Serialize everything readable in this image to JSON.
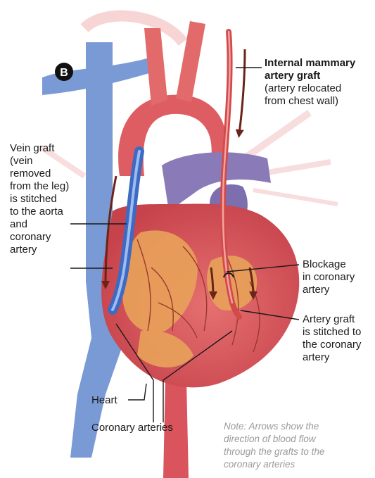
{
  "panel_badge": "B",
  "labels": {
    "ima_graft": [
      "Internal mammary",
      "artery graft"
    ],
    "ima_desc": [
      "(artery relocated",
      "from chest wall)"
    ],
    "vein_graft": [
      "Vein graft",
      "(vein",
      "removed",
      "from the leg)",
      "is stitched",
      "to the aorta",
      "and",
      "coronary",
      "artery"
    ],
    "blockage": [
      "Blockage",
      "in coronary",
      "artery"
    ],
    "artery_graft": [
      "Artery graft",
      "is stitched to",
      "the coronary",
      "artery"
    ],
    "heart": "Heart",
    "coronary_arteries": "Coronary arteries"
  },
  "note": {
    "lead": "Note:",
    "lines": [
      "Arrows show the",
      "direction of blood flow",
      "through the grafts to the",
      "coronary arteries"
    ]
  },
  "colors": {
    "heart": "#d9545c",
    "heart_dark": "#b83a44",
    "fat": "#e8a15a",
    "vein": "#6d8fd0",
    "vein_graft": "#4a78c8",
    "purple": "#8a7ab8",
    "artery_graft": "#e06a6a",
    "arrow": "#6b2418"
  }
}
